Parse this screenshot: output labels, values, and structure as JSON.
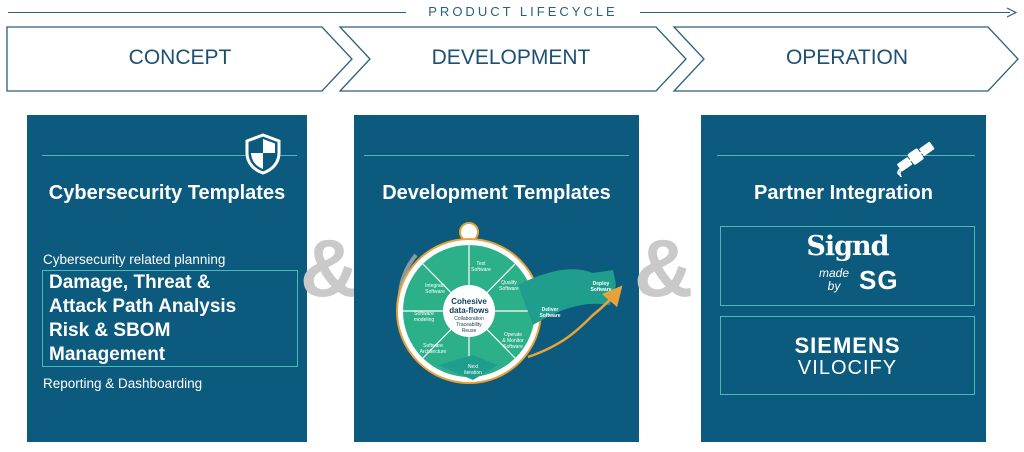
{
  "header": {
    "title": "PRODUCT LIFECYCLE"
  },
  "phases": [
    "CONCEPT",
    "DEVELOPMENT",
    "OPERATION"
  ],
  "colors": {
    "panel": "#0c5b7e",
    "accent": "#4db8b8",
    "orange": "#e8a23a",
    "phase_text": "#1d4f73"
  },
  "panels": {
    "concept": {
      "icon": "shield-icon",
      "title": "Cybersecurity Templates",
      "subtitle": "Cybersecurity related planning",
      "highlight": [
        "Damage, Threat &",
        "Attack Path Analysis",
        "Risk & SBOM",
        "Management"
      ],
      "footer": "Reporting & Dashboarding"
    },
    "development": {
      "title": "Development Templates",
      "diagram": {
        "center": {
          "title_lines": [
            "Cohesive",
            "data-flows"
          ],
          "sub_lines": [
            "Collaboration",
            "Traceability",
            "Reuse"
          ]
        },
        "segments": [
          {
            "lines": [
              "Test",
              "Software"
            ]
          },
          {
            "lines": [
              "Qualify",
              "Software"
            ]
          },
          {
            "lines": [
              "Deliver",
              "Software"
            ]
          },
          {
            "lines": [
              "Operate",
              "& Monitor",
              "Software"
            ]
          },
          {
            "lines": [
              "Next",
              "iteration"
            ]
          },
          {
            "lines": [
              "Software",
              "Architecture"
            ]
          },
          {
            "lines": [
              "Software",
              "modeling"
            ]
          },
          {
            "lines": [
              "Integrate",
              "Software"
            ]
          }
        ],
        "deploy": [
          "Deploy",
          "Software"
        ]
      }
    },
    "operation": {
      "icon": "satellite-icon",
      "title": "Partner Integration",
      "partners": {
        "signd": {
          "name": "Signd",
          "made": "made",
          "by": "by",
          "maker": "SG"
        },
        "siemens": {
          "line1": "SIEMENS",
          "line2": "VILOCIFY"
        }
      }
    }
  },
  "connectors": [
    "&",
    "&"
  ]
}
